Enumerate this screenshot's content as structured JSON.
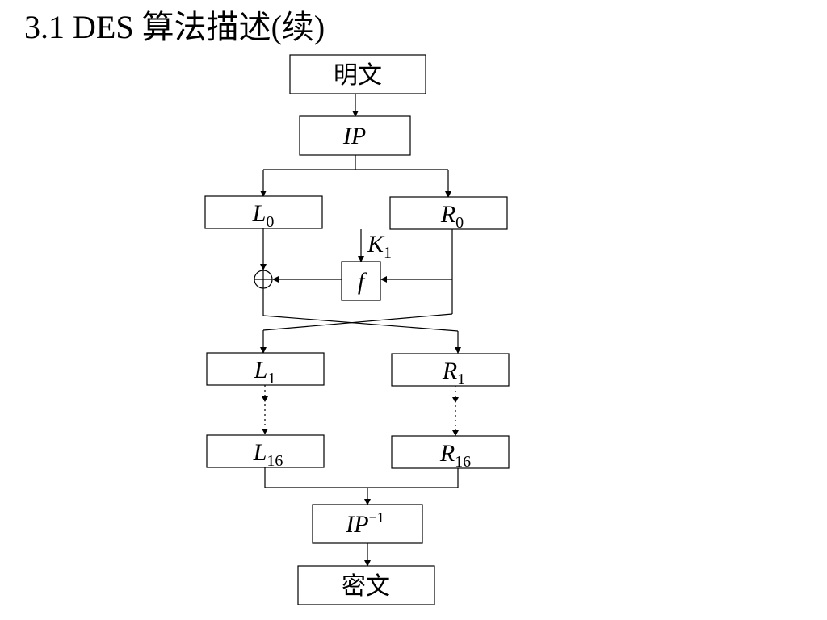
{
  "title": "3.1 DES 算法描述(续)",
  "nodes": {
    "plaintext": {
      "text": "明文"
    },
    "ip": {
      "text": "IP"
    },
    "l0": {
      "base": "L",
      "sub": "0"
    },
    "r0": {
      "base": "R",
      "sub": "0"
    },
    "k1": {
      "base": "K",
      "sub": "1"
    },
    "f": {
      "text": "f"
    },
    "l1": {
      "base": "L",
      "sub": "1"
    },
    "r1": {
      "base": "R",
      "sub": "1"
    },
    "l16": {
      "base": "L",
      "sub": "16"
    },
    "r16": {
      "base": "R",
      "sub": "16"
    },
    "ip_inv": {
      "base": "IP",
      "sup": "−1"
    },
    "ciphertext": {
      "text": "密文"
    }
  },
  "symbols": {
    "xor": "xor-circle-plus"
  }
}
